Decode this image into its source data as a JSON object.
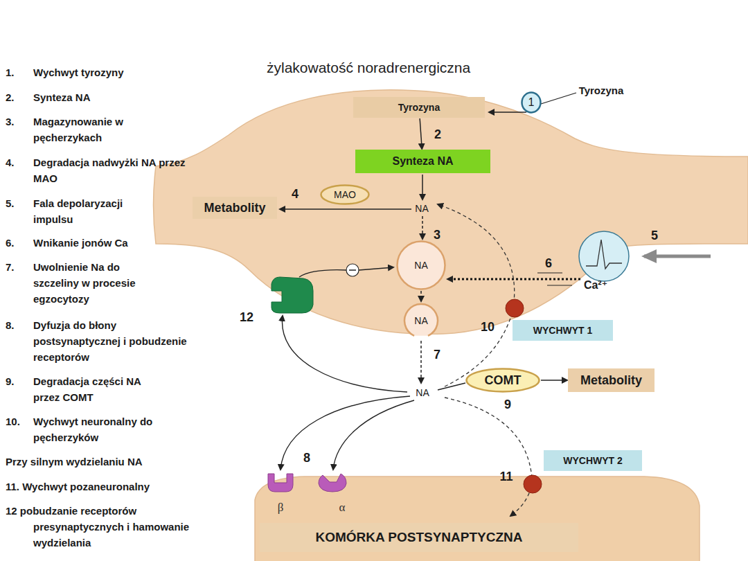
{
  "diagram": {
    "title": "żylakowatość noradrenergiczna",
    "nodes": [
      {
        "text": [
          "1"
        ]
      },
      {
        "text": [
          "Tyrozyna"
        ]
      },
      {
        "text": [
          "Synteza NA"
        ]
      },
      {
        "text": [
          "MAO"
        ]
      },
      {
        "text": [
          "Metabolity"
        ]
      },
      {
        "text": [
          "NA"
        ]
      },
      {
        "text": [
          "NA"
        ]
      },
      {
        "text": [
          "WYCHWYT 1"
        ]
      },
      {
        "text": [
          "COMT"
        ]
      },
      {
        "text": [
          "Metabolity"
        ]
      },
      {
        "text": [
          "WYCHWYT 2"
        ]
      },
      {
        "text": [
          "KOMÓRKA POSTSYNAPTYCZNA"
        ]
      }
    ],
    "edges": [
      {
        "from": 1,
        "to": 2,
        "arrow": "to"
      },
      {
        "from": 5,
        "to": 6,
        "arrow": "to"
      },
      {
        "from": 8,
        "to": 9,
        "arrow": "to"
      }
    ],
    "labels": [
      "1.",
      "Wychwyt tyrozyny",
      "2.",
      "Synteza NA",
      "3.",
      "Magazynowanie w pęcherzykach",
      "4.",
      "Degradacja nadwyżki NA przez MAO",
      "5.",
      "Fala depolaryzacji impulsu",
      "6.",
      "Wnikanie jonów Ca",
      "7.",
      "Uwolnienie Na do szczeliny w procesie egzocytozy",
      "8.",
      "Dyfuzja do błony postsynaptycznej i pobudzenie receptorów",
      "9.",
      "Degradacja części NA przez COMT",
      "10.",
      "Wychwyt neuronalny do pęcherzyków",
      "Przy silnym wydzielaniu NA",
      "11. Wychwyt pozaneuronalny",
      "12 pobudzanie receptorów presynaptycznych i hamowanie wydzielania",
      "Tyrozyna",
      "2",
      "NA",
      "4",
      "3",
      "5",
      "6",
      "Ca²⁺",
      "12",
      "10",
      "7",
      "NA",
      "9",
      "8",
      "11",
      "β",
      "α"
    ]
  }
}
